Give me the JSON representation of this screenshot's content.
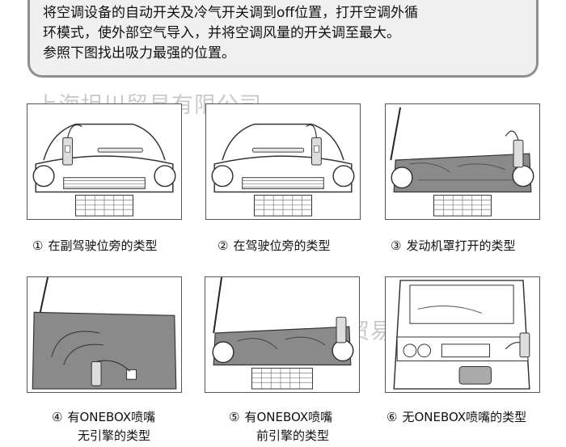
{
  "instructions": {
    "line1": "将空调设备的自动开关及冷气开关调到off位置，打开空调外循",
    "line2": "环模式，使外部空气导入，并将空调风量的开关调至最大。",
    "line3": "参照下图找出吸力最强的位置。"
  },
  "watermark": "上海坦川贸易有限公司",
  "panels": [
    {
      "num": "①",
      "caption": "在副驾驶位旁的类型"
    },
    {
      "num": "②",
      "caption": "在驾驶位旁的类型"
    },
    {
      "num": "③",
      "caption": "发动机罩打开的类型"
    },
    {
      "num": "④",
      "caption": "有ONEBOX喷嘴",
      "caption2": "无引擎的类型"
    },
    {
      "num": "⑤",
      "caption": "有ONEBOX喷嘴",
      "caption2": "前引擎的类型"
    },
    {
      "num": "⑥",
      "caption": "无ONEBOX喷嘴的类型"
    }
  ],
  "colors": {
    "box_border": "#8f8f8f",
    "box_bg": "#f0f0f0",
    "engine_gray": "#8a8a8a"
  }
}
